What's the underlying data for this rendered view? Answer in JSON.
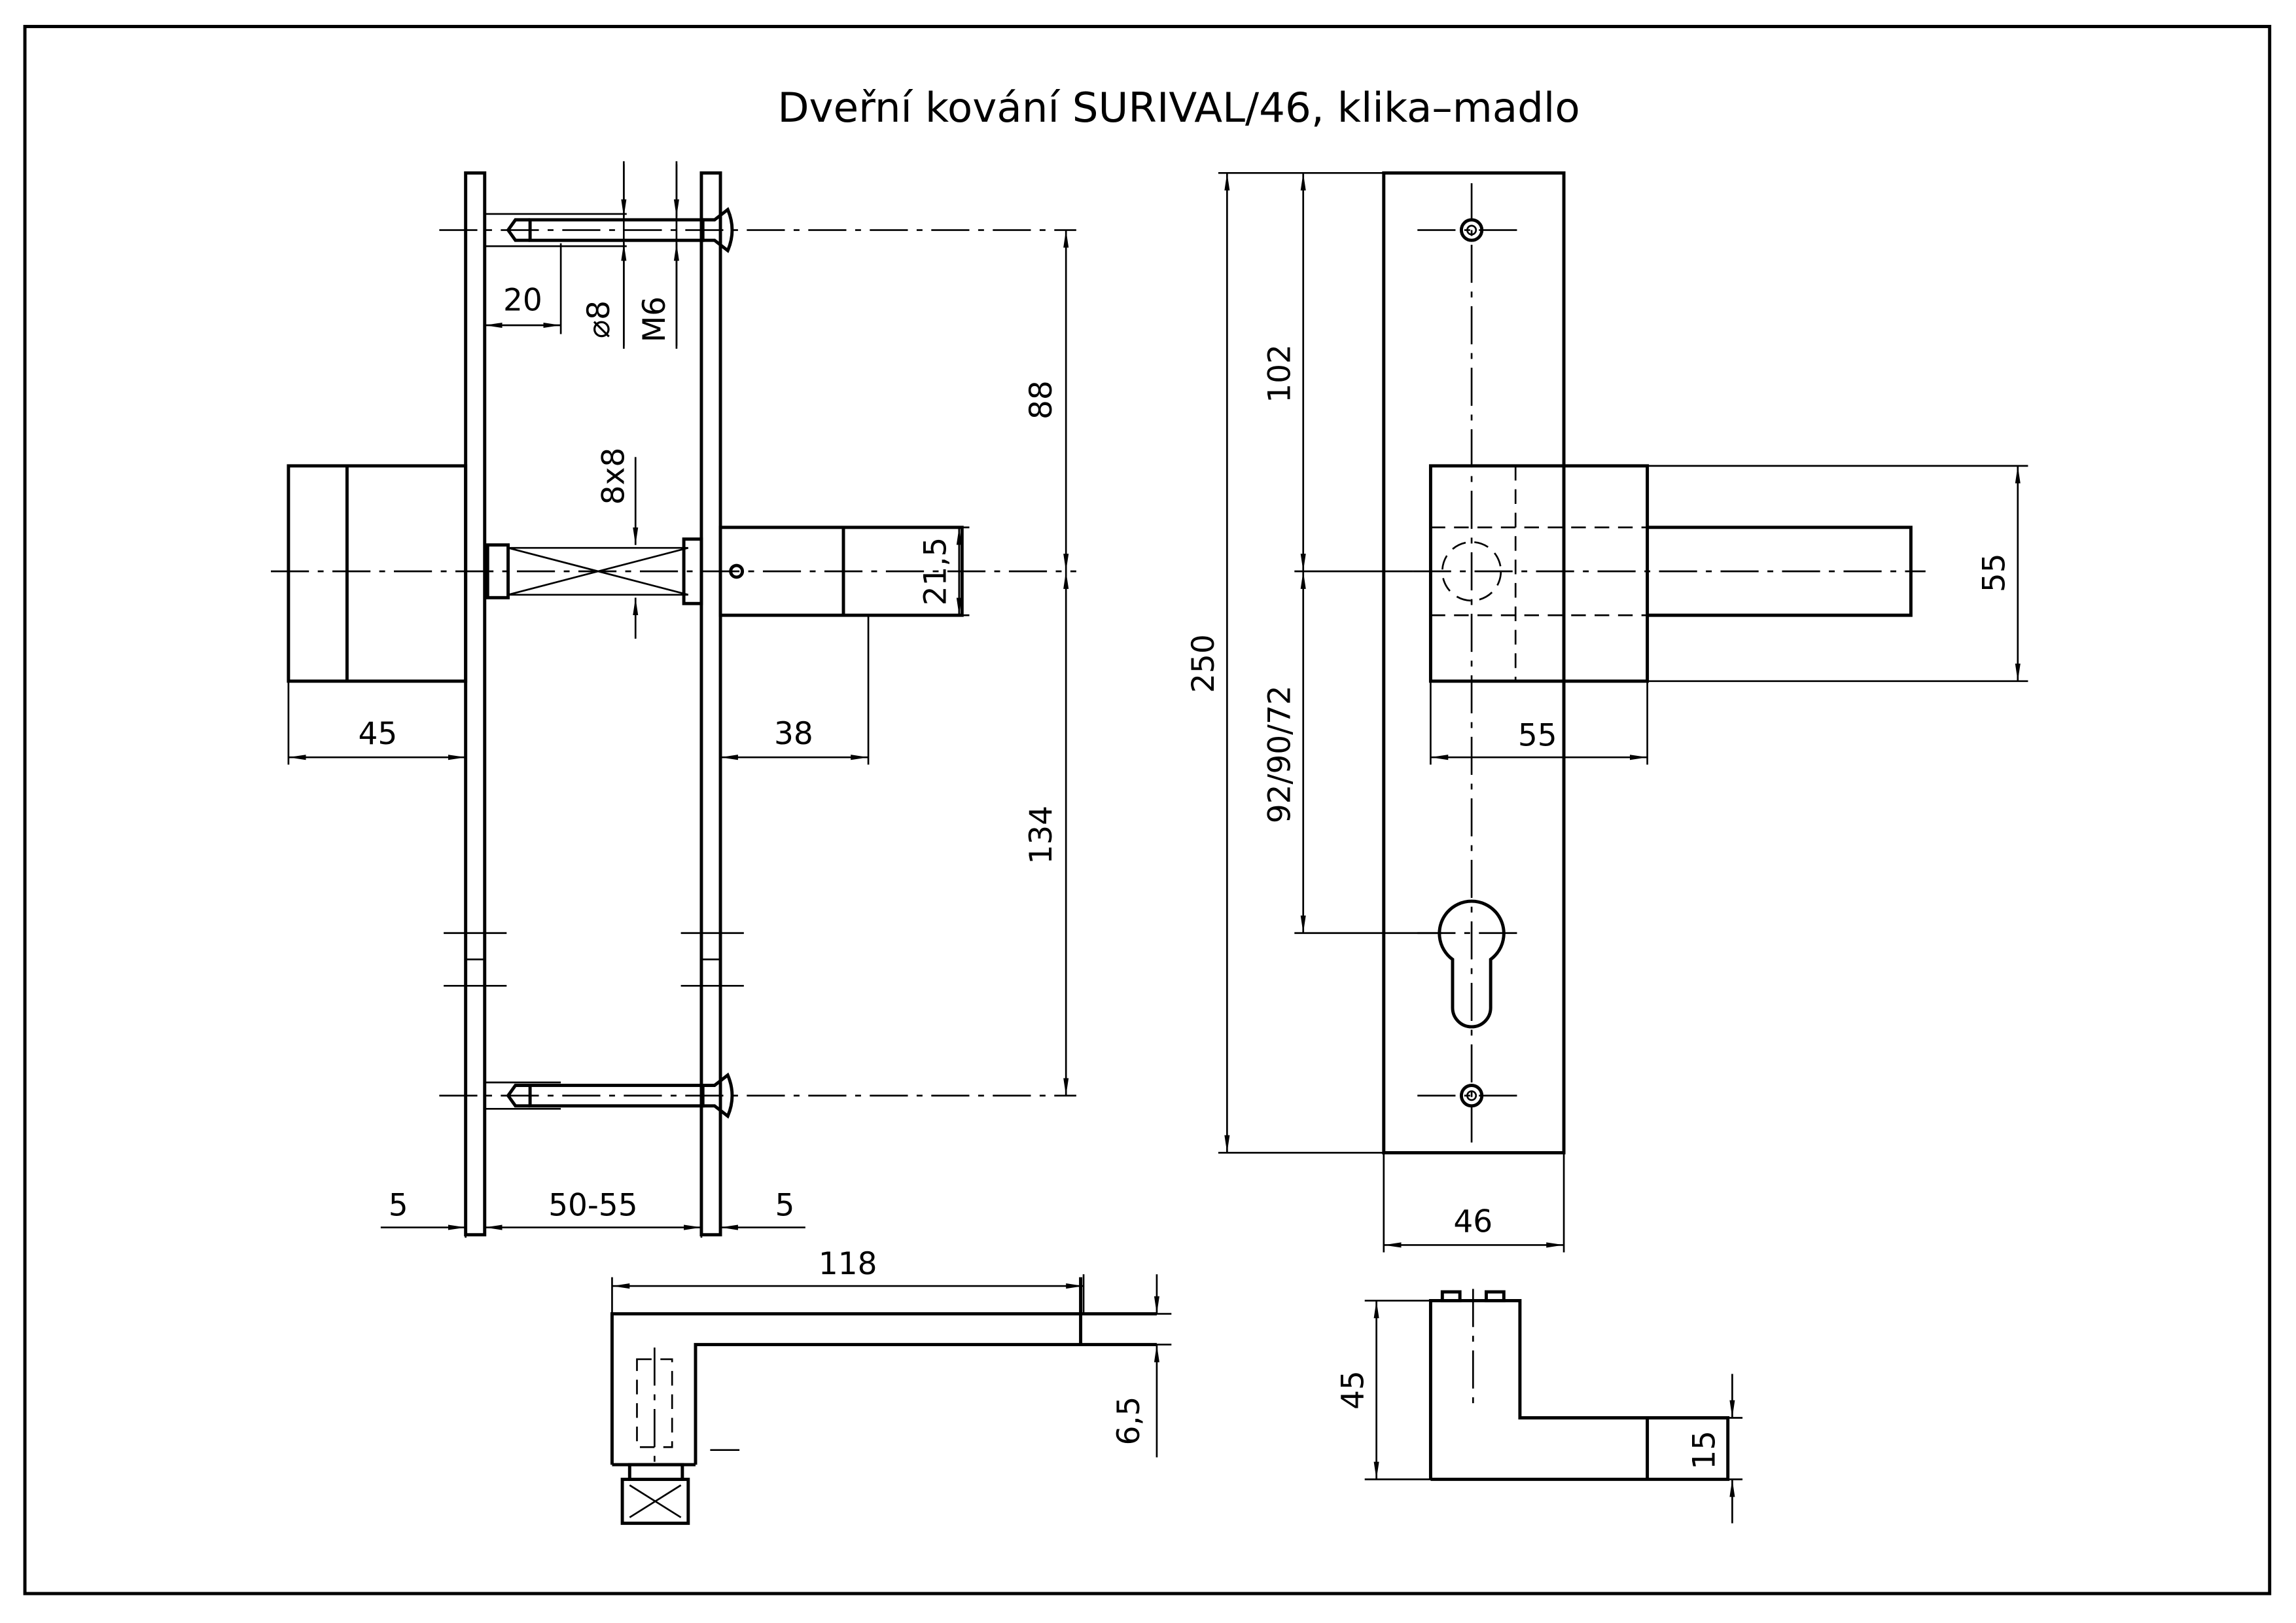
{
  "title": "Dveřní kování SURIVAL/46, klika–madlo",
  "colors": {
    "line": "#000000",
    "background": "#ffffff"
  },
  "side_view": {
    "dim_screw_depth": "20",
    "dim_hole_dia": "⌀8",
    "dim_thread": "M6",
    "dim_spindle": "8x8",
    "dim_top": "88",
    "dim_bottom": "134",
    "dim_handle_dia": "21,5",
    "dim_rosette_left": "45",
    "dim_handle_right": "38",
    "dim_plate_left": "5",
    "dim_door": "50-55",
    "dim_plate_right": "5"
  },
  "front_view": {
    "dim_height": "250",
    "dim_upper": "102",
    "dim_lower": "92/90/72",
    "dim_rosette_h": "55",
    "dim_rosette_w": "55",
    "dim_width": "46"
  },
  "handle_top_view": {
    "dim_length": "118",
    "dim_thickness": "6,5"
  },
  "handle_side_view": {
    "dim_height": "45",
    "dim_lever": "15"
  }
}
